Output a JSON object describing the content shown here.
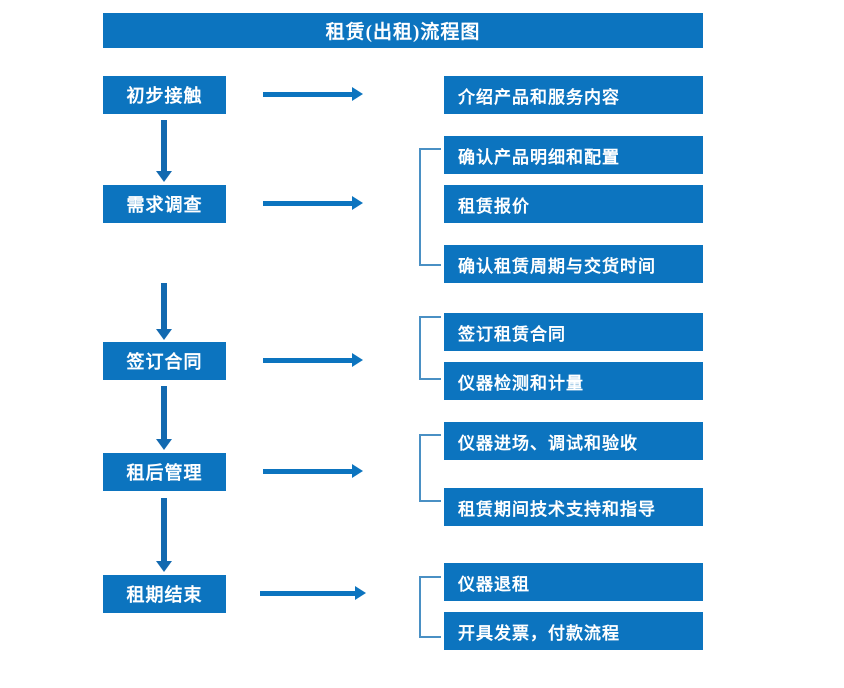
{
  "diagram": {
    "title": "租赁(出租)流程图",
    "colors": {
      "box_blue": "#0c74bf",
      "arrow_blue": "#1269b0",
      "bracket_blue": "#4a90c4",
      "text_white": "#ffffff",
      "background": "#ffffff"
    },
    "stages": [
      {
        "label": "初步接触"
      },
      {
        "label": "需求调查"
      },
      {
        "label": "签订合同"
      },
      {
        "label": "租后管理"
      },
      {
        "label": "租期结束"
      }
    ],
    "details": [
      {
        "label": "介绍产品和服务内容"
      },
      {
        "label": "确认产品明细和配置"
      },
      {
        "label": "租赁报价"
      },
      {
        "label": "确认租赁周期与交货时间"
      },
      {
        "label": "签订租赁合同"
      },
      {
        "label": "仪器检测和计量"
      },
      {
        "label": "仪器进场、调试和验收"
      },
      {
        "label": "租赁期间技术支持和指导"
      },
      {
        "label": "仪器退租"
      },
      {
        "label": "开具发票，付款流程"
      }
    ],
    "flow_arrows_vertical": [
      {
        "from": "初步接触",
        "to": "需求调查"
      },
      {
        "from": "需求调查",
        "to": "签订合同"
      },
      {
        "from": "签订合同",
        "to": "租后管理"
      },
      {
        "from": "租后管理",
        "to": "租期结束"
      }
    ],
    "flow_arrows_horizontal": [
      {
        "from": "初步接触",
        "to": "介绍产品和服务内容"
      },
      {
        "from": "需求调查",
        "to": "需求调查明细组"
      },
      {
        "from": "签订合同",
        "to": "签订合同明细组"
      },
      {
        "from": "租后管理",
        "to": "租后管理明细组"
      },
      {
        "from": "租期结束",
        "to": "租期结束明细组"
      }
    ],
    "brackets": [
      {
        "groups": [
          "确认产品明细和配置",
          "租赁报价",
          "确认租赁周期与交货时间"
        ]
      },
      {
        "groups": [
          "签订租赁合同",
          "仪器检测和计量"
        ]
      },
      {
        "groups": [
          "仪器进场、调试和验收",
          "租赁期间技术支持和指导"
        ]
      },
      {
        "groups": [
          "仪器退租",
          "开具发票，付款流程"
        ]
      }
    ]
  }
}
